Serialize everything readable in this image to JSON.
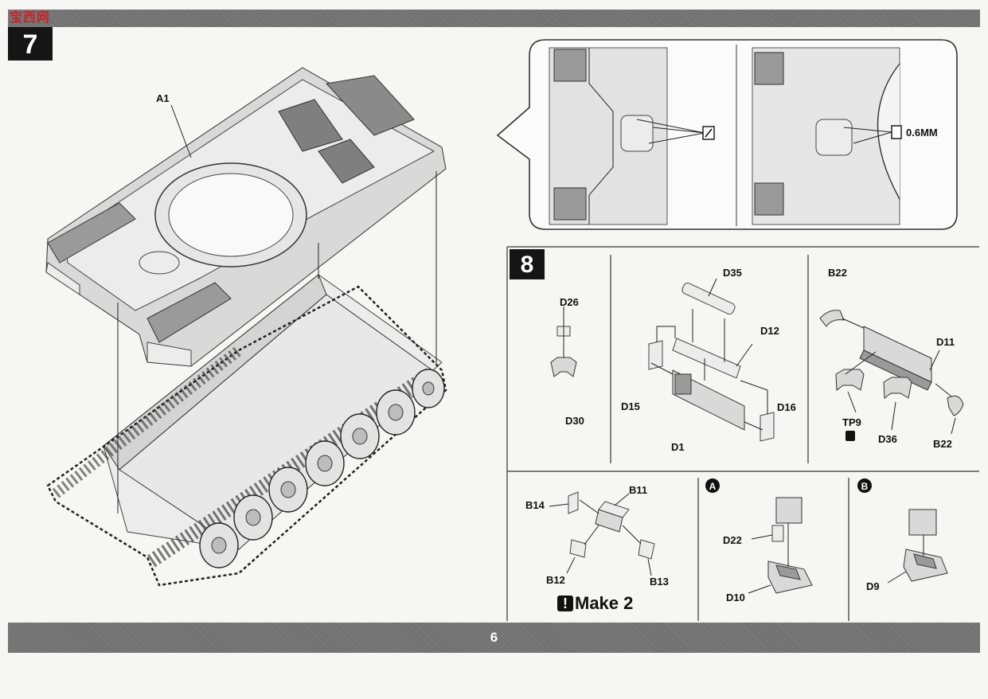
{
  "header": {
    "logo_text": "宝西网"
  },
  "footer": {
    "page_number": "6"
  },
  "step7": {
    "number": "7",
    "part_labels": {
      "A1": "A1"
    },
    "detail_callout": {
      "drill_size": "0.6MM"
    }
  },
  "step8": {
    "number": "8",
    "panel1": {
      "top": "D26",
      "bottom": "D30"
    },
    "panel2": {
      "d35": "D35",
      "d12": "D12",
      "d15": "D15",
      "d16": "D16",
      "d1": "D1"
    },
    "panel3": {
      "b22_top": "B22",
      "d11": "D11",
      "tp9": "TP9",
      "d36": "D36",
      "b22_bottom": "B22"
    },
    "panel4": {
      "b14": "B14",
      "b11": "B11",
      "b12": "B12",
      "b13": "B13",
      "make_note": "Make 2"
    },
    "panel5": {
      "tag": "A",
      "d22": "D22",
      "d10": "D10"
    },
    "panel6": {
      "tag": "B",
      "d9": "D9"
    }
  },
  "icons": {
    "warning": "exclamation-icon",
    "drill": "drill-icon",
    "glue": "glue-icon"
  }
}
